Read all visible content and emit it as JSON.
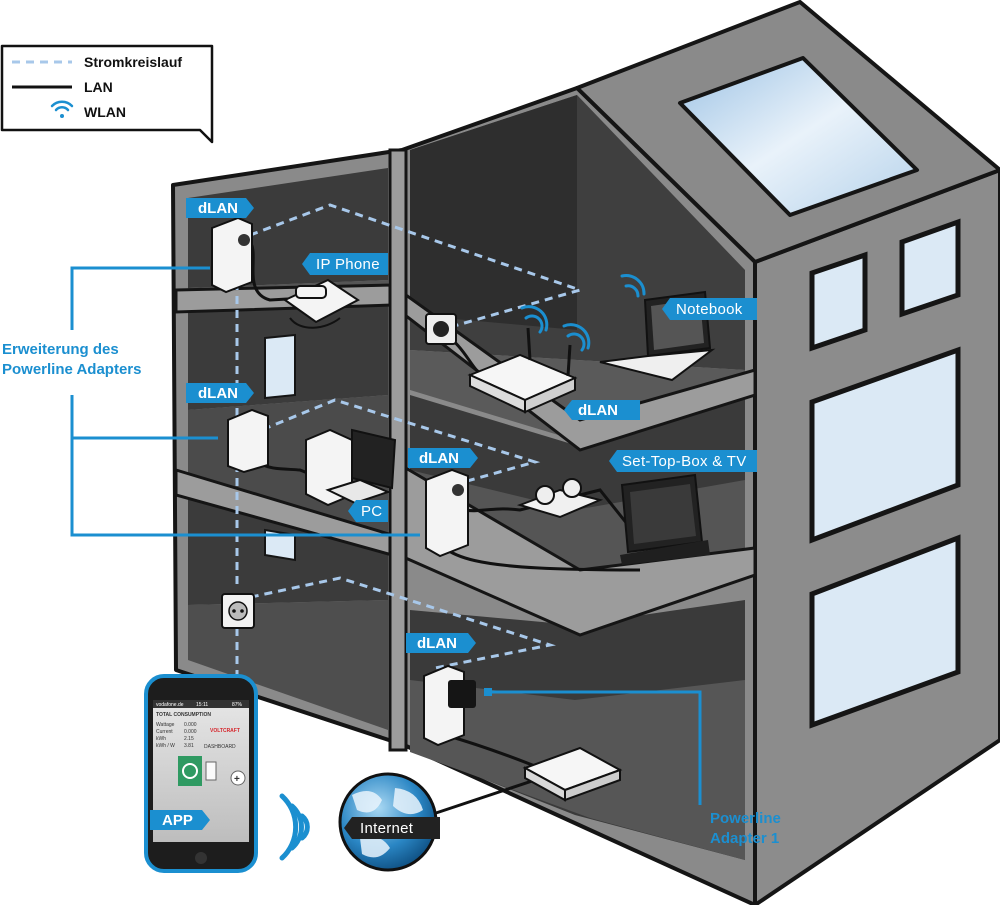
{
  "legend": {
    "items": [
      {
        "key": "power",
        "label": "Stromkreislauf"
      },
      {
        "key": "lan",
        "label": "LAN"
      },
      {
        "key": "wlan",
        "label": "WLAN"
      }
    ]
  },
  "labels": {
    "dlan": "dLAN",
    "ip_phone": "IP Phone",
    "notebook": "Notebook",
    "pc": "PC",
    "set_top_box": "Set-Top-Box & TV",
    "app": "APP",
    "internet": "Internet",
    "extension_line1": "Erweiterung des",
    "extension_line2": "Powerline Adapters",
    "adapter_line1": "Powerline",
    "adapter_line2": "Adapter 1"
  },
  "phone_app": {
    "status": "vodafone.de",
    "time": "15:11",
    "battery": "87%",
    "total_consumption": "TOTAL CONSUMPTION",
    "brand": "VOLTCRAFT",
    "dashboard": "DASHBOARD",
    "rows": [
      {
        "label": "Wattage",
        "value": "0.000"
      },
      {
        "label": "Current",
        "value": "0.000"
      },
      {
        "label": "kWh",
        "value": "2.15"
      },
      {
        "label": "kWh / W",
        "value": "3.81"
      }
    ]
  },
  "colors": {
    "accent": "#1b8fd0",
    "wall": "#8e8e8e",
    "dark_wall": "#3d3d3d",
    "window": "#dbe9f5"
  }
}
